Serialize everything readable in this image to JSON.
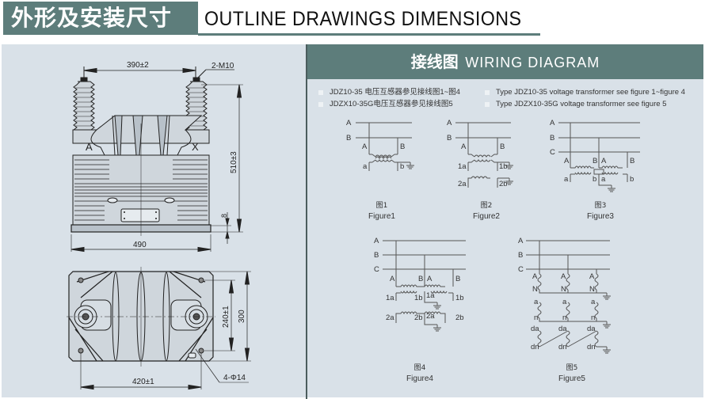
{
  "header": {
    "title_cn": "外形及安装尺寸",
    "title_en": "OUTLINE DRAWINGS DIMENSIONS"
  },
  "colors": {
    "accent": "#5d7d7b",
    "panel_bg": "#d9e1e8",
    "divider": "#4b5d5d",
    "line": "#333333",
    "wiring_line": "#555555"
  },
  "outline": {
    "front_view": {
      "terminal_labels": [
        "A",
        "X"
      ],
      "dimensions": {
        "terminal_spacing": "390±2",
        "terminal_thread": "2-M10",
        "height": "510±3",
        "base_thickness": "8",
        "width": "490"
      }
    },
    "top_view": {
      "dimensions": {
        "mount_width": "420±1",
        "mount_depth": "240±1",
        "depth": "300",
        "mount_holes": "4-Φ14"
      }
    }
  },
  "wiring": {
    "title_cn": "接线图",
    "title_en": "WIRING DIAGRAM",
    "notes_cn": [
      "JDZ10-35 电压互感器参见接线图1~图4",
      "JDZX10-35G电压互感器参见接线图5"
    ],
    "notes_en": [
      "Type JDZ10-35 voltage transformer see figure 1~figure 4",
      "Type JDZX10-35G voltage transformer see figure 5"
    ],
    "figures": [
      {
        "label_cn": "图1",
        "label_en": "Figure1",
        "buses": [
          "A",
          "B"
        ],
        "primary": [
          "A",
          "B"
        ],
        "secondary": [
          "a",
          "b"
        ]
      },
      {
        "label_cn": "图2",
        "label_en": "Figure2",
        "buses": [
          "A",
          "B"
        ],
        "primary": [
          "A",
          "B"
        ],
        "secondary": [
          "1a",
          "1b",
          "2a",
          "2b"
        ]
      },
      {
        "label_cn": "图3",
        "label_en": "Figure3",
        "buses": [
          "A",
          "B",
          "C"
        ],
        "primary": [
          "A",
          "B",
          "A",
          "B"
        ],
        "secondary": [
          "a",
          "b",
          "a",
          "b"
        ]
      },
      {
        "label_cn": "图4",
        "label_en": "Figure4",
        "buses": [
          "A",
          "B",
          "C"
        ],
        "primary": [
          "A",
          "B",
          "A",
          "B"
        ],
        "secondary": [
          "1a",
          "1b",
          "1a",
          "1b",
          "2a",
          "2b",
          "2a",
          "2b"
        ]
      },
      {
        "label_cn": "图5",
        "label_en": "Figure5",
        "buses": [
          "A",
          "B",
          "C"
        ],
        "primary": [
          "A",
          "N"
        ],
        "secondary": [
          "a",
          "n"
        ],
        "tertiary": [
          "da",
          "dn"
        ]
      }
    ]
  }
}
